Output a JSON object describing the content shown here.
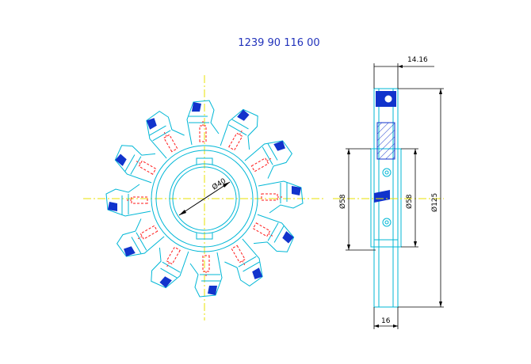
{
  "drawing": {
    "part_number": "1239 90 116 00",
    "dims": {
      "bore": "Ø40",
      "hub_left": "Ø58",
      "hub_right": "Ø58",
      "outer": "Ø125",
      "top_width": "14.16",
      "bottom_width": "16"
    },
    "teeth_count": 12
  },
  "colors": {
    "outline": "#00b7d6",
    "hidden": "#ff1a1a",
    "centerline": "#e8e000",
    "insert": "#1133cc",
    "dimension": "#000000",
    "title": "#2233bb",
    "hatch": "#1133cc"
  }
}
